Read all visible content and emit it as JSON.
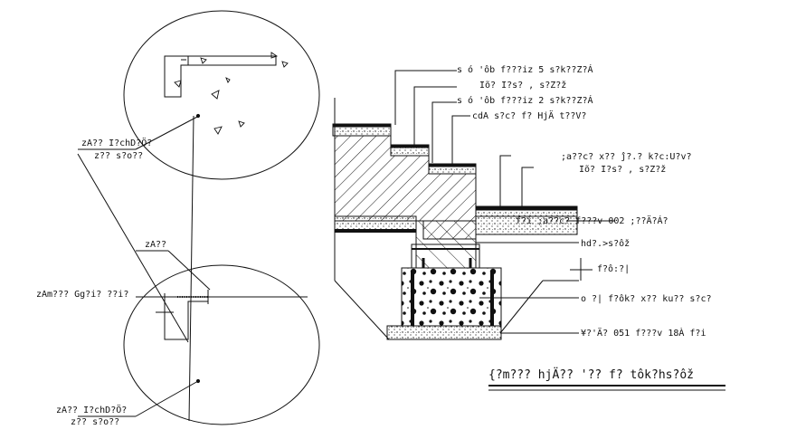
{
  "colors": {
    "ink": "#111111",
    "background": "#ffffff"
  },
  "left_detail": {
    "label_upper_1": "zA?? I?chD?Ö?",
    "label_upper_2": "z?? s?o??",
    "label_mid_1": "zA??",
    "label_mid_2": "zAm??? Gg?i? ??i?",
    "label_lower_1": "zA?? I?chD?Ö?",
    "label_lower_2": "z?? s?o??"
  },
  "section_labels": {
    "l1": "s ó 'ôb  f???iz 5  s?k??Z?Á",
    "l2": "Iõ? I?s?  ,  s?Z?ž",
    "l3": "s ó 'ôb  f???iz 2  s?k??Z?Á",
    "l4": "cdA  s?c? f?  HjÄ  t??V?",
    "l5": ";a??c?  x??  ĵ?.?  k?c:U?v?",
    "l6": "Iõ? I?s?  ,  s?Z?ž",
    "l7": "f?i  ;a??c?  f???v  002  ;??Ä?Á?",
    "l8": "hd?.>s?ôž",
    "l9": "f?ô:?|",
    "l10": "o ?|  f?ôk?  x??  ku??  s?c?",
    "l11": "¥?'Ä?  051  f???v  18À  f?i"
  },
  "drawing_title": "{?m???  hjÄ??  '??  f?  tôk?hs?ôž"
}
